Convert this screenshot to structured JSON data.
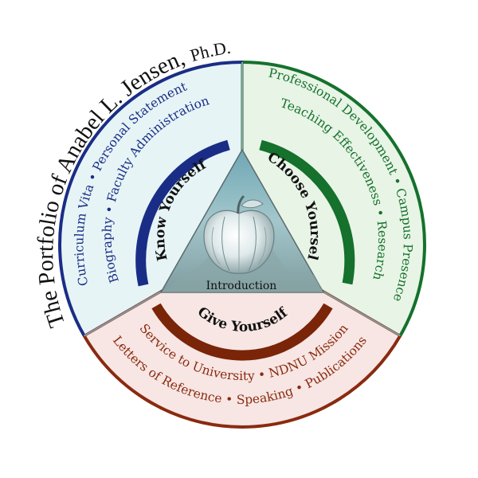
{
  "title": {
    "main": "The Portfolio of Anabel L. Jensen,",
    "suffix": "Ph.D."
  },
  "center": {
    "label": "Introduction",
    "image": "crystal-apple"
  },
  "sections": {
    "know": {
      "heading": "Know Yourself",
      "line1": "Curriculum Vita • Personal Statement",
      "line2": "Biography • Faculty Administration",
      "color": "#1a2d86",
      "fill": "#e6f4f6"
    },
    "choose": {
      "heading": "Choose Yourself",
      "line1": "Professional Development • Campus Presence",
      "line2": "Teaching Effectiveness • Research",
      "color": "#15712c",
      "fill": "#e8f4e6"
    },
    "give": {
      "heading": "Give Yourself",
      "line1": "Service to University • NDNU Mission",
      "line2": "Letters of Reference • Speaking • Publications",
      "color": "#8a2a10",
      "fill": "#f7e6e3"
    }
  }
}
